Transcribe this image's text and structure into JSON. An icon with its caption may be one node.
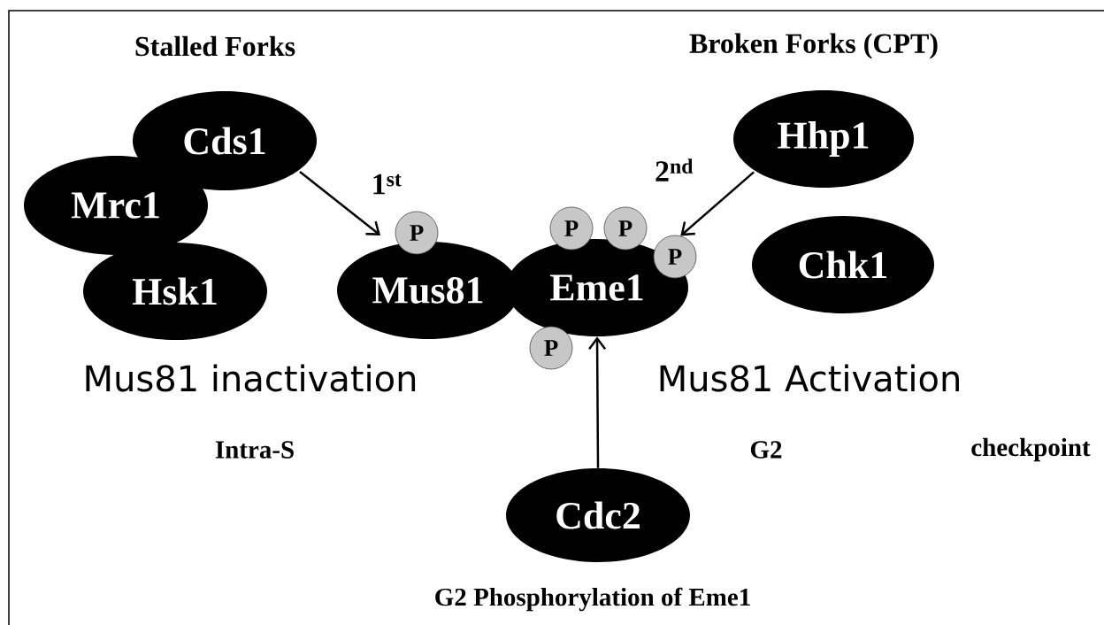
{
  "diagram": {
    "nodes": [
      {
        "text": [
          "Cds1"
        ]
      },
      {
        "text": [
          "Mrc1"
        ]
      },
      {
        "text": [
          "Hsk1"
        ]
      },
      {
        "text": [
          "Mus81"
        ]
      },
      {
        "text": [
          "Eme1"
        ]
      },
      {
        "text": [
          "Hhp1"
        ]
      },
      {
        "text": [
          "Chk1"
        ]
      },
      {
        "text": [
          "Cdc2"
        ]
      },
      {
        "text": [
          "P"
        ]
      },
      {
        "text": [
          "P"
        ]
      },
      {
        "text": [
          "P"
        ]
      },
      {
        "text": [
          "P"
        ]
      },
      {
        "text": [
          "P"
        ]
      }
    ],
    "edges": [
      {
        "from": 0,
        "to": 3,
        "arrow": "to",
        "label": "1$^{st}$"
      },
      {
        "from": 5,
        "to": 11,
        "arrow": "to",
        "label": "2$^{nd}$"
      },
      {
        "from": 7,
        "to": 4,
        "arrow": "to"
      }
    ],
    "labels": [
      "Stalled Forks",
      "Broken Forks (CPT)",
      "Mus81 inactivation",
      "Mus81 Activation",
      "Intra-S",
      "G2",
      "checkpoint",
      "G2 Phosphorylation of Eme1"
    ]
  }
}
